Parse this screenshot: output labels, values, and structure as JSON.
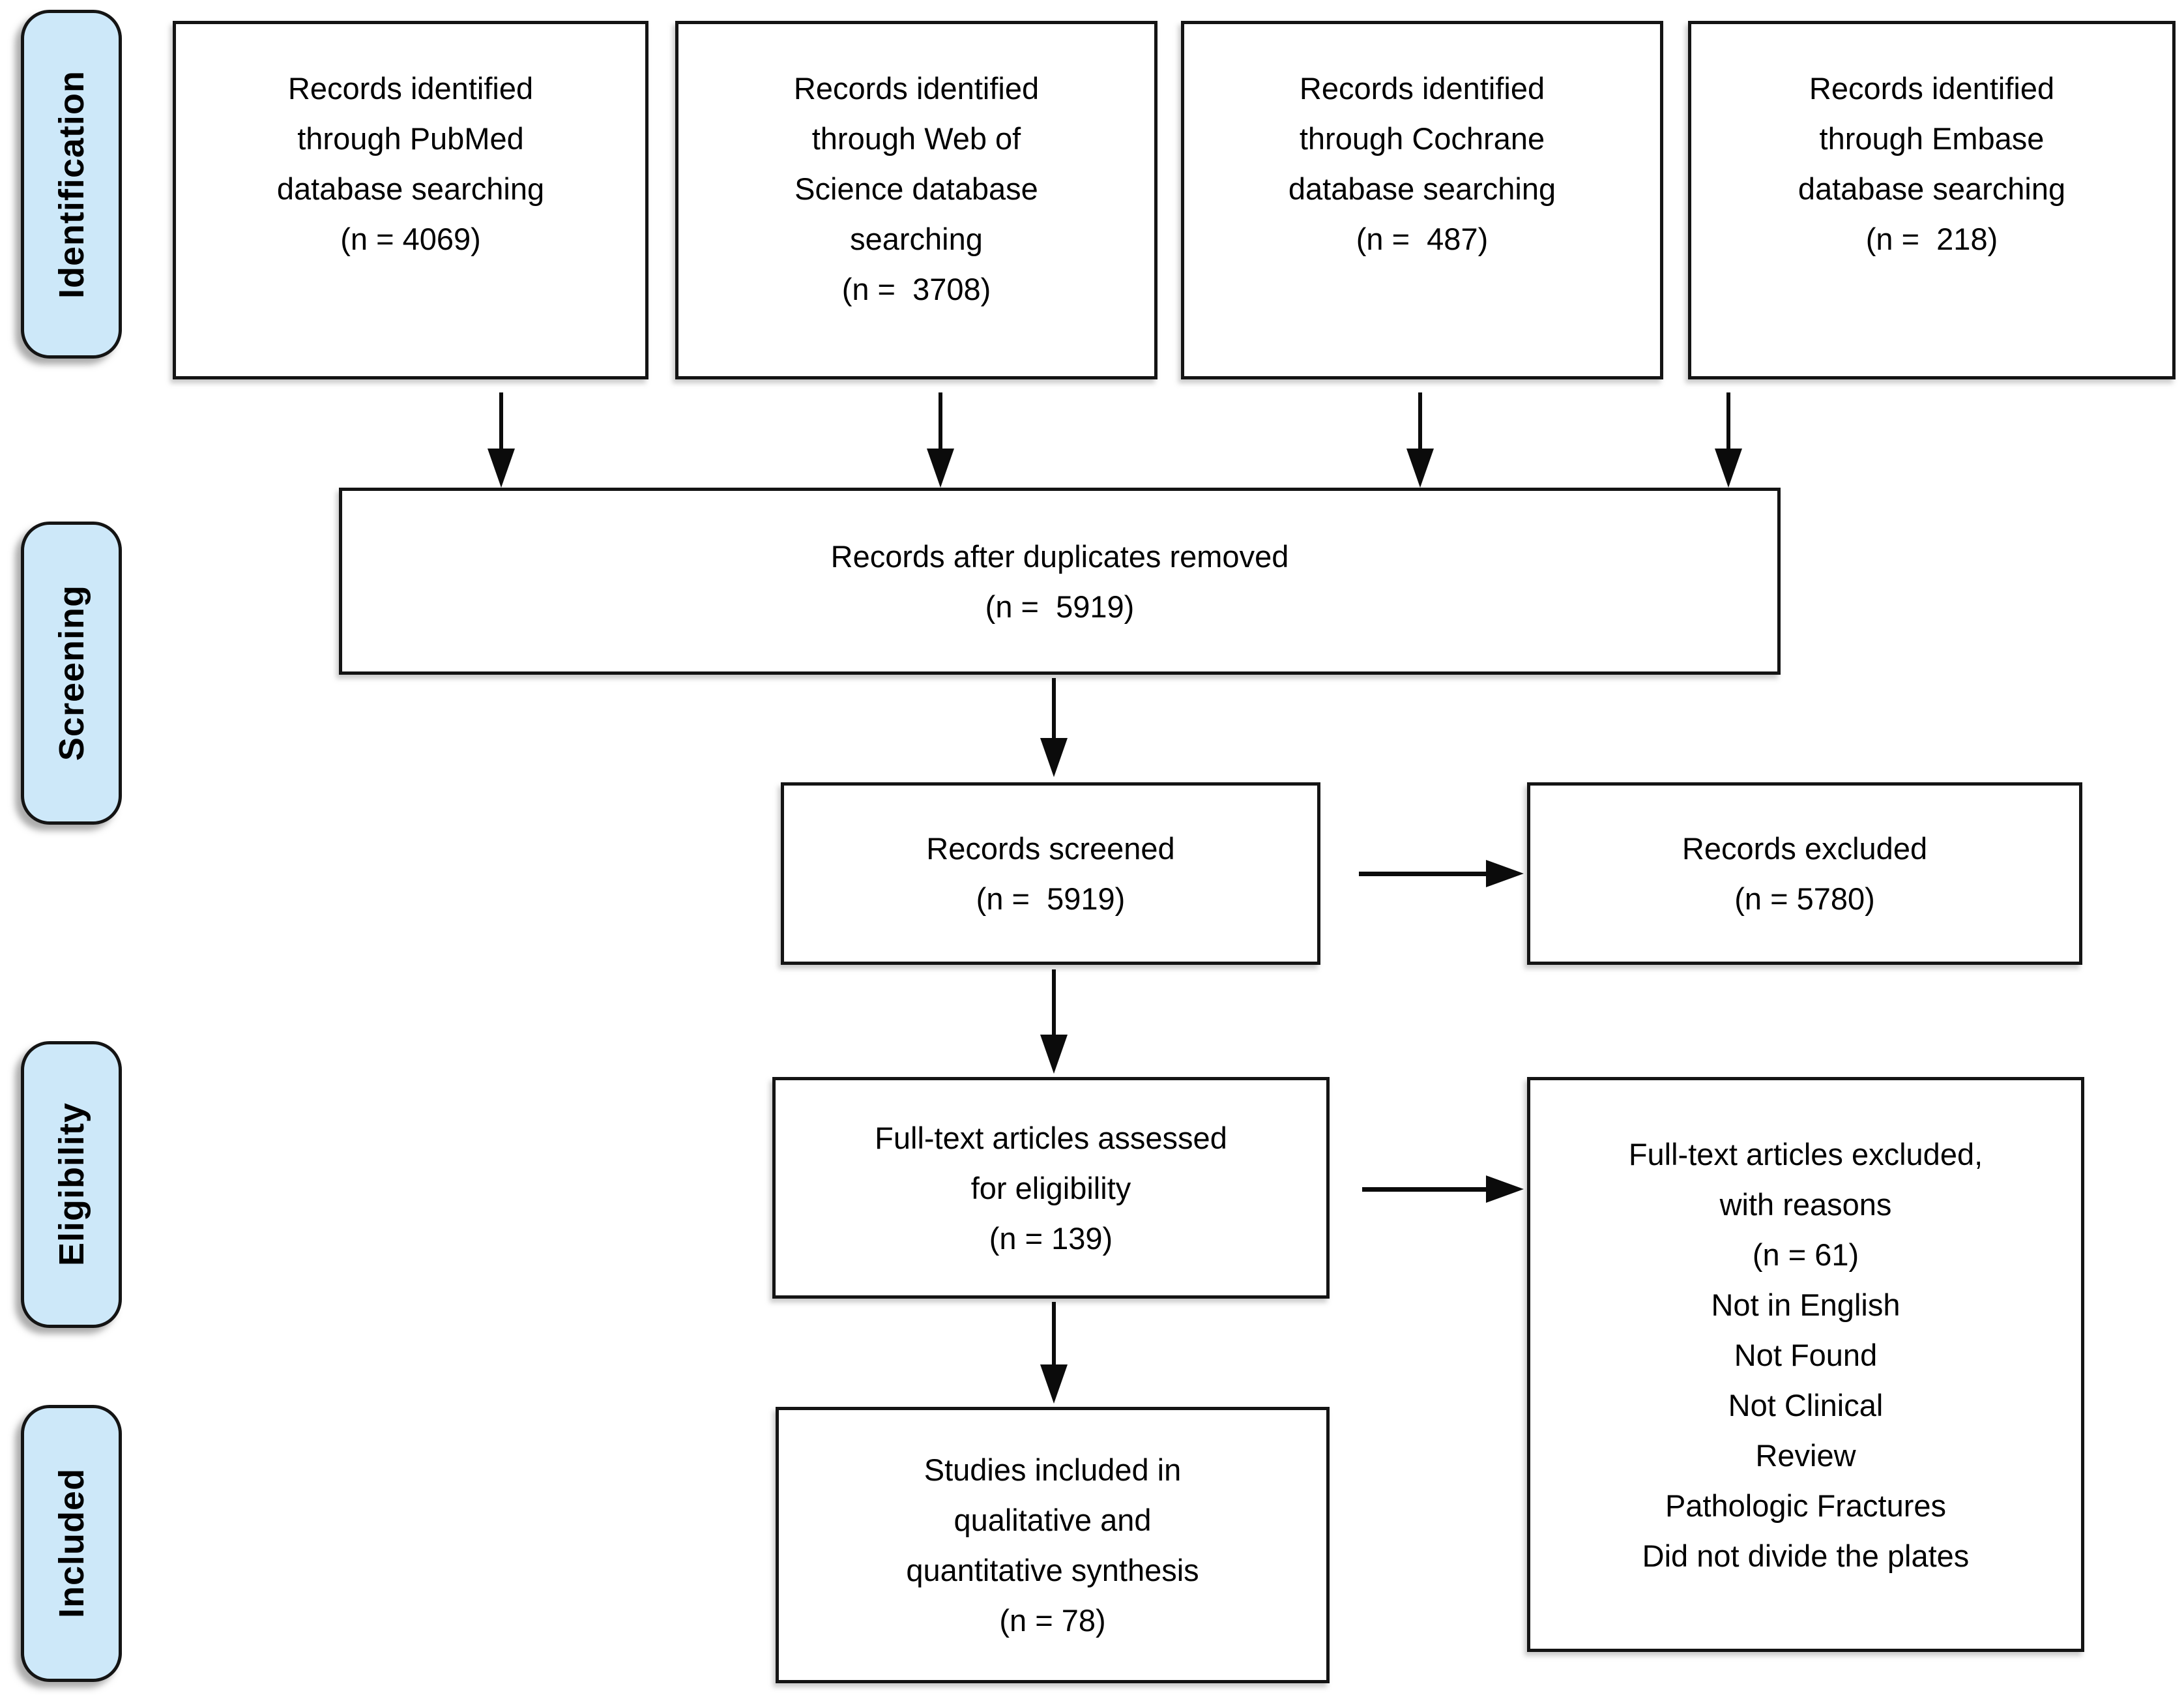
{
  "stage_labels": [
    {
      "id": "identification",
      "label": "Identification"
    },
    {
      "id": "screening",
      "label": "Screening"
    },
    {
      "id": "eligibility",
      "label": "Eligibility"
    },
    {
      "id": "included",
      "label": "Included"
    }
  ],
  "boxes": {
    "pubmed": {
      "lines": [
        "Records identified",
        "through PubMed",
        "database searching",
        "(n = 4069)"
      ]
    },
    "web_of_science": {
      "lines": [
        "Records identified",
        "through Web of",
        "Science database",
        "searching",
        "(n =  3708)"
      ]
    },
    "cochrane": {
      "lines": [
        "Records identified",
        "through Cochrane",
        "database searching",
        "(n =  487)"
      ]
    },
    "embase": {
      "lines": [
        "Records identified",
        "through Embase",
        "database searching",
        "(n =  218)"
      ]
    },
    "duplicates_removed": {
      "lines": [
        "Records after duplicates removed",
        "(n =  5919)"
      ]
    },
    "records_screened": {
      "lines": [
        "Records screened",
        "(n =  5919)"
      ]
    },
    "records_excluded": {
      "lines": [
        "Records excluded",
        "(n = 5780)"
      ]
    },
    "fulltext_assessed": {
      "lines": [
        "Full-text articles assessed",
        "for eligibility",
        "(n = 139)"
      ]
    },
    "fulltext_excluded": {
      "lines": [
        "Full-text articles excluded,",
        "with reasons",
        "(n = 61)",
        "Not in English",
        "Not Found",
        "Not Clinical",
        "Review",
        "Pathologic Fractures",
        "Did not divide the plates"
      ]
    },
    "studies_included": {
      "lines": [
        "Studies included in",
        "qualitative and",
        "quantitative synthesis",
        "(n = 78)"
      ]
    }
  },
  "colors": {
    "stage_fill": "#cde8f9",
    "border": "#141414",
    "background": "#ffffff"
  }
}
